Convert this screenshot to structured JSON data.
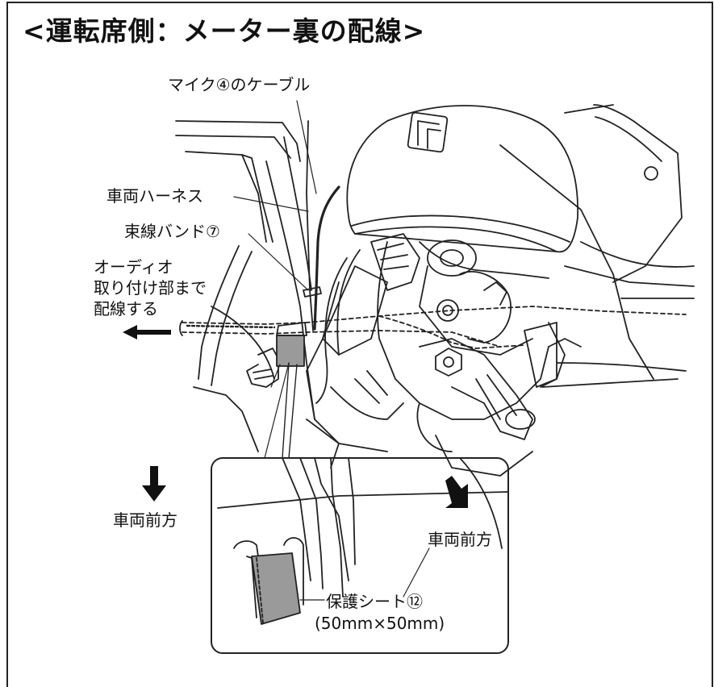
{
  "title": "<運転席側：メーター裏の配線>",
  "labels": {
    "mic_cable": "マイク④のケーブル",
    "vehicle_harness": "車両ハーネス",
    "binding_band": "束線バンド⑦",
    "route_to_audio": "オーディオ\n取り付け部まで\n配線する",
    "front_direction_main": "車両前方",
    "front_direction_inset": "車両前方",
    "protective_sheet": "保護シート⑫",
    "protective_sheet_size": "(50mm×50mm)"
  }
}
